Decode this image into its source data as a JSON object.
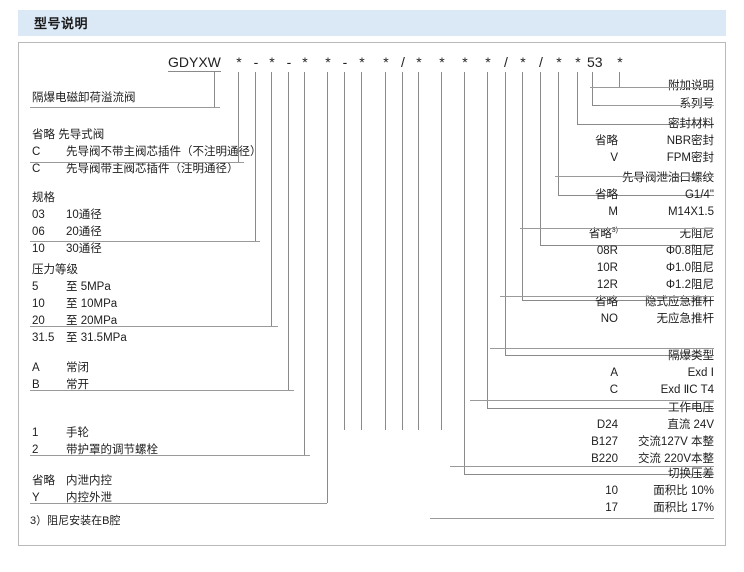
{
  "header": {
    "title": "型号说明"
  },
  "model_code": {
    "prefix": "GDYXW",
    "tokens": [
      "*",
      "-",
      "*",
      "-",
      "*",
      "*",
      "-",
      "*",
      "*",
      "/",
      "*",
      "*",
      "*",
      "*",
      "/",
      "*",
      "/",
      "*",
      "*",
      "53",
      "*"
    ],
    "series_number_value": "53"
  },
  "left_groups": [
    {
      "name": "product-name",
      "title": "隔爆电磁卸荷溢流阀",
      "rows": []
    },
    {
      "name": "pilot-type",
      "title": "省略 先导式阀",
      "rows": [
        {
          "code": "C",
          "desc": "先导阀不带主阀芯插件（不注明通径）"
        },
        {
          "code": "C",
          "desc": "先导阀带主阀芯插件（注明通径）"
        }
      ]
    },
    {
      "name": "size-spec",
      "title": "规格",
      "rows": [
        {
          "code": "03",
          "desc": "10通径"
        },
        {
          "code": "06",
          "desc": "20通径"
        },
        {
          "code": "10",
          "desc": "30通径"
        }
      ]
    },
    {
      "name": "pressure-rating",
      "title": "压力等级",
      "rows": [
        {
          "code": "5",
          "desc": "至  5MPa"
        },
        {
          "code": "10",
          "desc": "至 10MPa"
        },
        {
          "code": "20",
          "desc": "至 20MPa"
        },
        {
          "code": "31.5",
          "desc": "至 31.5MPa"
        }
      ]
    },
    {
      "name": "normally-open-closed",
      "title": "",
      "rows": [
        {
          "code": "A",
          "desc": "常闭"
        },
        {
          "code": "B",
          "desc": "常开"
        }
      ]
    },
    {
      "name": "adjustment-type",
      "title": "",
      "rows": [
        {
          "code": "1",
          "desc": "手轮"
        },
        {
          "code": "2",
          "desc": "带护罩的调节螺栓"
        }
      ]
    },
    {
      "name": "drain-control",
      "title": "",
      "rows": [
        {
          "code": "省略",
          "desc": "内泄内控"
        },
        {
          "code": "Y",
          "desc": "内控外泄"
        }
      ]
    }
  ],
  "right_groups": [
    {
      "name": "additional-note",
      "title": "附加说明",
      "rows": []
    },
    {
      "name": "series-number",
      "title": "系列号",
      "rows": []
    },
    {
      "name": "seal-material",
      "title": "密封材料",
      "rows": [
        {
          "code": "省略",
          "desc": "NBR密封"
        },
        {
          "code": "V",
          "desc": "FPM密封"
        }
      ]
    },
    {
      "name": "pilot-drain-thread",
      "title": "先导阀泄油口螺纹",
      "rows": [
        {
          "code": "省略",
          "desc": "G1/4\""
        },
        {
          "code": "M",
          "desc": "M14X1.5"
        }
      ]
    },
    {
      "name": "damping-orifice",
      "title": "",
      "rows": [
        {
          "code": "省略",
          "code_sup": "3)",
          "desc": "无阻尼"
        },
        {
          "code": "08R",
          "desc": "Φ0.8阻尼"
        },
        {
          "code": "10R",
          "desc": "Φ1.0阻尼"
        },
        {
          "code": "12R",
          "desc": "Φ1.2阻尼"
        }
      ]
    },
    {
      "name": "emergency-push-rod",
      "title": "",
      "rows": [
        {
          "code": "省略",
          "desc": "隐式应急推杆"
        },
        {
          "code": "NO",
          "desc": "无应急推杆"
        }
      ]
    },
    {
      "name": "explosion-proof-type",
      "title": "隔爆类型",
      "rows": [
        {
          "code": "A",
          "desc": "Exd Ⅰ"
        },
        {
          "code": "C",
          "desc": "Exd ⅡC T4"
        }
      ]
    },
    {
      "name": "working-voltage",
      "title": "工作电压",
      "rows": [
        {
          "code": "D24",
          "desc": "直流 24V"
        },
        {
          "code": "B127",
          "desc": "交流127V 本整"
        },
        {
          "code": "B220",
          "desc": "交流 220V本整"
        }
      ]
    },
    {
      "name": "switching-pressure-difference",
      "title": "切换压差",
      "rows": [
        {
          "code": "10",
          "desc": "面积比  10%"
        },
        {
          "code": "17",
          "desc": "面积比  17%"
        }
      ]
    }
  ],
  "footnote": {
    "text": "3）阻尼安装在B腔"
  },
  "colors": {
    "banner": "#dbe8f5",
    "line": "#8a8a8a",
    "frame": "#b9b9b9",
    "text": "#1d1d1d"
  }
}
